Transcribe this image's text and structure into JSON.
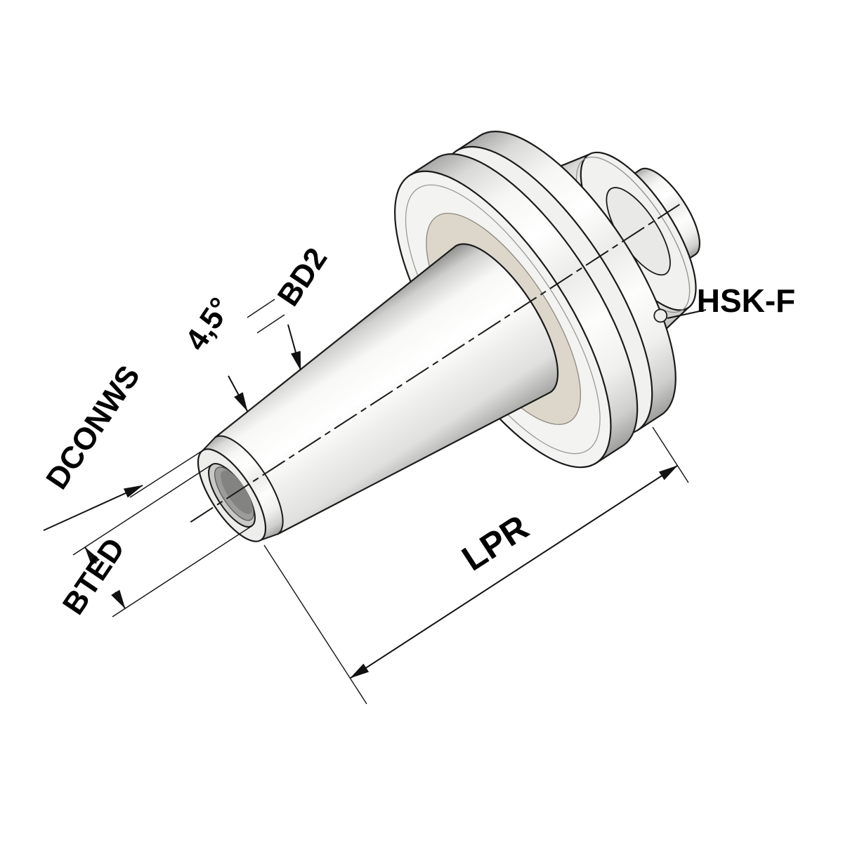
{
  "drawing": {
    "background": "#ffffff",
    "line_color": "#1a1a1a",
    "labels": {
      "taper_angle": "4,5°",
      "bd2": "BD2",
      "dconws": "DCONWS",
      "bted": "BTED",
      "lpr": "LPR",
      "interface": "HSK-F"
    }
  }
}
